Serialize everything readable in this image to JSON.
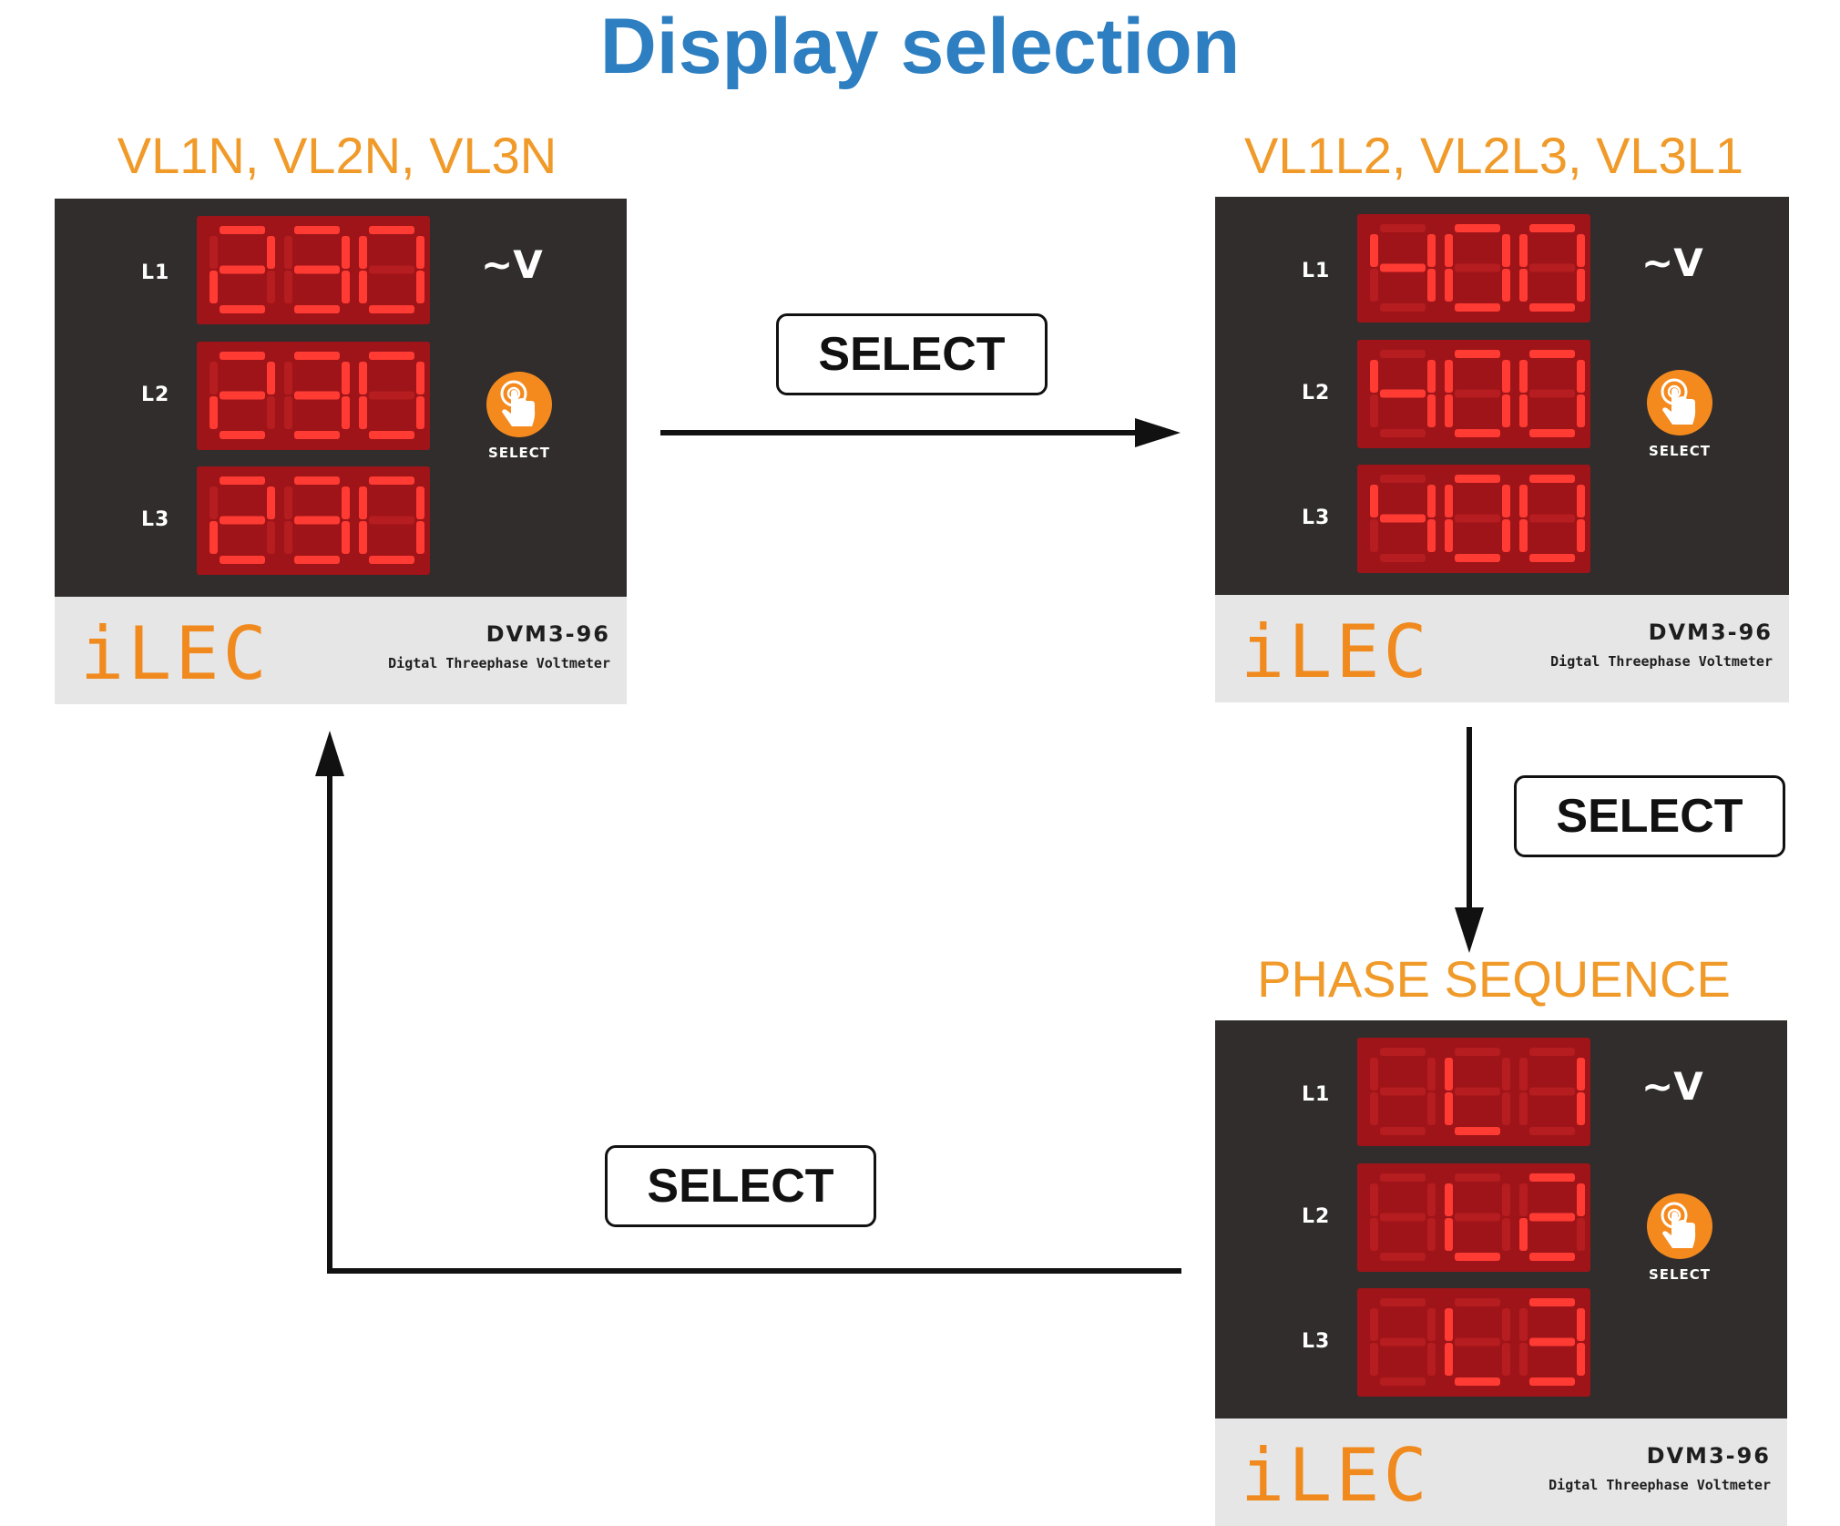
{
  "title": "Display selection",
  "modes": [
    {
      "label": "VL1N, VL2N, VL3N",
      "digits": [
        "230",
        "230",
        "230"
      ]
    },
    {
      "label": "VL1L2, VL2L3, VL3L1",
      "digits": [
        "400",
        "400",
        "400"
      ]
    },
    {
      "label": "PHASE SEQUENCE",
      "digits": [
        " L1",
        " L2",
        " L3"
      ]
    }
  ],
  "meter": {
    "line_labels": [
      "L1",
      "L2",
      "L3"
    ],
    "unit": "~V",
    "select_caption": "SELECT",
    "brand": "iLEC",
    "model": "DVM3-96",
    "description": "Digtal Threephase Voltmeter"
  },
  "transitions": [
    {
      "label": "SELECT"
    },
    {
      "label": "SELECT"
    },
    {
      "label": "SELECT"
    }
  ],
  "colors": {
    "title": "#2d7fc1",
    "mode_label": "#f09a2a",
    "face": "#302d2c",
    "digit_window": "#9f1418",
    "segment_on": "#ff3b33",
    "segment_off": "#b51d20",
    "brand": "#f08a1e"
  }
}
